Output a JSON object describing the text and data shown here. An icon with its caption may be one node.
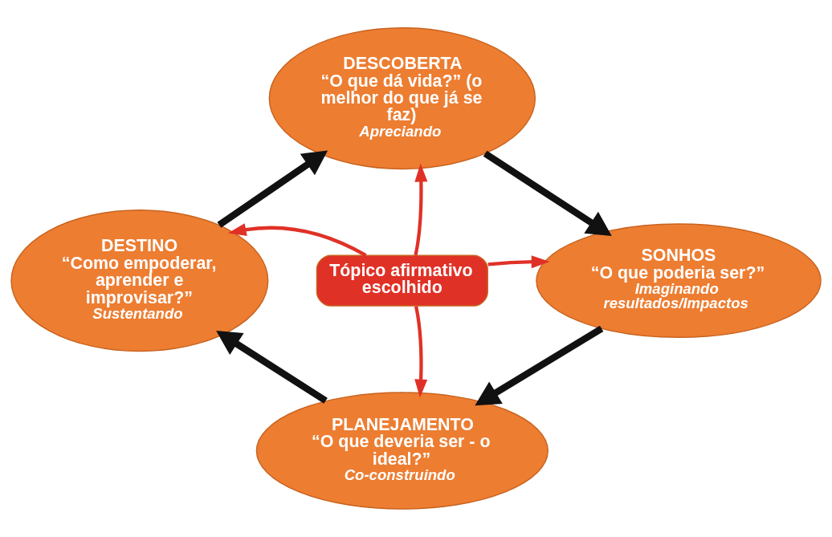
{
  "diagram": {
    "nodes": [
      {
        "text": [
          "DESCOBERTA",
          "“O que dá vida?” (o melhor do que já se faz)",
          "Apreciando"
        ]
      },
      {
        "text": [
          "SONHOS",
          "“O que poderia ser?”",
          "Imaginando resultados/Impactos"
        ]
      },
      {
        "text": [
          "PLANEJAMENTO",
          "“O que deveria ser - o ideal?”",
          "Co-construindo"
        ]
      },
      {
        "text": [
          "DESTINO",
          "“Como empoderar, aprender e improvisar?”",
          "Sustentando"
        ]
      },
      {
        "text": [
          "Tópico afirmativo escolhido"
        ]
      }
    ],
    "edges": [
      {
        "from": 0,
        "to": 1,
        "arrow": "to",
        "style": "thick"
      },
      {
        "from": 1,
        "to": 2,
        "arrow": "to",
        "style": "thick"
      },
      {
        "from": 2,
        "to": 3,
        "arrow": "to",
        "style": "thick"
      },
      {
        "from": 3,
        "to": 0,
        "arrow": "to",
        "style": "thick"
      },
      {
        "from": 4,
        "to": 0,
        "arrow": "to",
        "color": "#e03127"
      },
      {
        "from": 4,
        "to": 1,
        "arrow": "to",
        "color": "#e03127"
      },
      {
        "from": 4,
        "to": 2,
        "arrow": "to",
        "color": "#e03127"
      },
      {
        "from": 4,
        "to": 3,
        "arrow": "to",
        "color": "#e03127"
      }
    ]
  }
}
